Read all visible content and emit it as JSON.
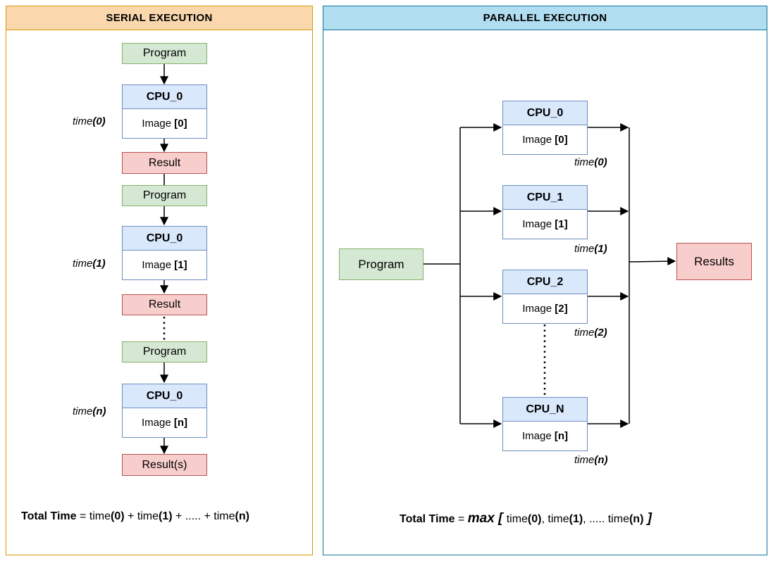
{
  "serial": {
    "header": "SERIAL EXECUTION",
    "steps": [
      {
        "program": "Program",
        "cpu": "CPU_0",
        "image_prefix": "Image",
        "image_index": "[0]",
        "time_prefix": "time",
        "time_index": "(0)",
        "result": "Result"
      },
      {
        "program": "Program",
        "cpu": "CPU_0",
        "image_prefix": "Image",
        "image_index": "[1]",
        "time_prefix": "time",
        "time_index": "(1)",
        "result": "Result"
      },
      {
        "program": "Program",
        "cpu": "CPU_0",
        "image_prefix": "Image",
        "image_index": "[n]",
        "time_prefix": "time",
        "time_index": "(n)",
        "result": "Result(s)"
      }
    ],
    "formula": {
      "label": "Total Time",
      "eq": " = time",
      "t0": "(0)",
      "plus1": " + time",
      "t1": "(1)",
      "dots": " + ..... + time",
      "tn": "(n)"
    }
  },
  "parallel": {
    "header": "PARALLEL EXECUTION",
    "program": "Program",
    "results": "Results",
    "cpus": [
      {
        "cpu": "CPU_0",
        "image_prefix": "Image",
        "image_index": "[0]",
        "time_prefix": "time",
        "time_index": "(0)"
      },
      {
        "cpu": "CPU_1",
        "image_prefix": "Image",
        "image_index": "[1]",
        "time_prefix": "time",
        "time_index": "(1)"
      },
      {
        "cpu": "CPU_2",
        "image_prefix": "Image",
        "image_index": "[2]",
        "time_prefix": "time",
        "time_index": "(2)"
      },
      {
        "cpu": "CPU_N",
        "image_prefix": "Image",
        "image_index": "[n]",
        "time_prefix": "time",
        "time_index": "(n)"
      }
    ],
    "formula": {
      "label": "Total Time",
      "eq": " = ",
      "max": "max",
      "open": " [ ",
      "p0": "time",
      "i0": "(0)",
      "p1": ", time",
      "i1": "(1)",
      "p2": ", ..... time",
      "in": "(n)",
      "close": " ]"
    }
  }
}
